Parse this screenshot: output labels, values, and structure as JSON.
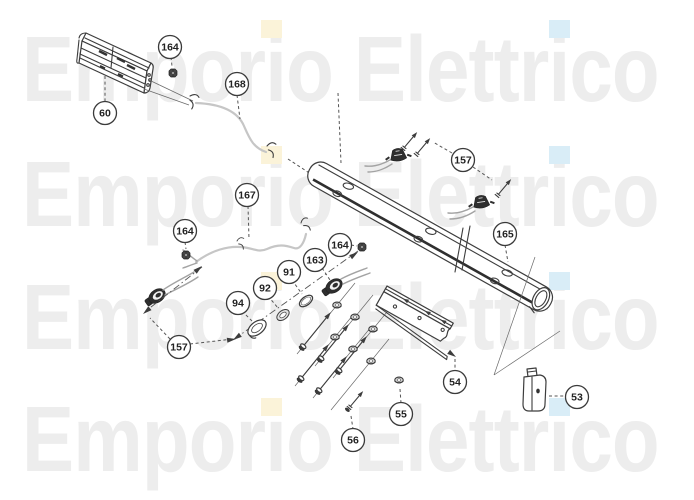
{
  "watermark": {
    "color": "#ededed",
    "rows": [
      "Emporio Elettrico",
      "Emporio Elettrico",
      "Emporio Elettrico",
      "Emporio Elettrico"
    ]
  },
  "callouts": [
    {
      "label": "60"
    },
    {
      "label": "164"
    },
    {
      "label": "168"
    },
    {
      "label": "157"
    },
    {
      "label": "165"
    },
    {
      "label": "167"
    },
    {
      "label": "164"
    },
    {
      "label": "163"
    },
    {
      "label": "91"
    },
    {
      "label": "92"
    },
    {
      "label": "94"
    },
    {
      "label": "164"
    },
    {
      "label": "157"
    },
    {
      "label": "54"
    },
    {
      "label": "55"
    },
    {
      "label": "56"
    },
    {
      "label": "53"
    }
  ],
  "colors": {
    "background": "#ffffff",
    "line": "#3d3d3d",
    "dark_part_fill": "#2e2e2e",
    "cable_gray": "#c6c6c6",
    "watermark_gray": "#ededed",
    "callout_stroke": "#3a3a3a",
    "callout_text": "#222222",
    "artifact_yellow": "#fbf3d9",
    "artifact_blue": "#d9edf7"
  }
}
